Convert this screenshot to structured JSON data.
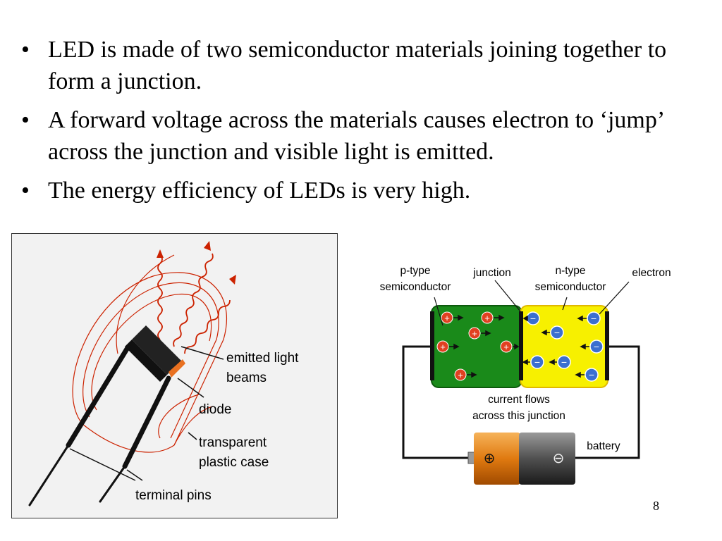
{
  "bullets": [
    "LED is made of two semiconductor materials joining together to form a junction.",
    "A forward voltage across the materials causes electron to ‘jump’ across the junction and visible light is emitted.",
    "The energy efficiency of LEDs is very high."
  ],
  "led_figure": {
    "labels": {
      "emitted_line1": "emitted light",
      "emitted_line2": "beams",
      "diode": "diode",
      "case_line1": "transparent",
      "case_line2": "plastic case",
      "pins": "terminal pins"
    }
  },
  "circuit_figure": {
    "labels": {
      "p_type_line1": "p-type",
      "p_type_line2": "semiconductor",
      "junction": "junction",
      "n_type_line1": "n-type",
      "n_type_line2": "semiconductor",
      "electron": "electron",
      "current_line1": "current flows",
      "current_line2": "across this junction",
      "battery": "battery",
      "plus": "+",
      "minus": "−",
      "battery_plus": "⊕",
      "battery_minus": "⊖"
    },
    "colors": {
      "p_region": "#1a8a1a",
      "n_region": "#f7f000",
      "hole": "#e04020",
      "electron": "#3b6fd0"
    }
  },
  "page_number": "8"
}
